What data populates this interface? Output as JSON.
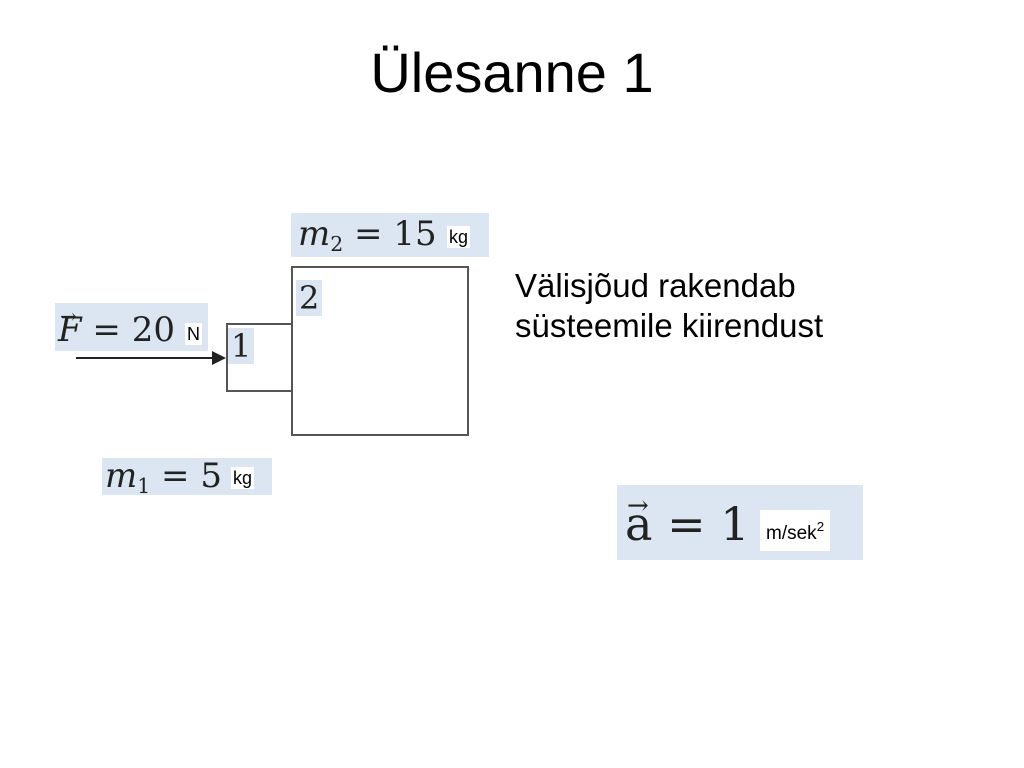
{
  "title": "Ülesanne 1",
  "diagram": {
    "block1_label": "1",
    "block2_label": "2",
    "m2": {
      "symbol": "m",
      "subscript": "2",
      "equals": "=",
      "value": "15",
      "unit": "kg"
    },
    "force": {
      "symbol": "F",
      "vector_mark": "→",
      "equals": "=",
      "value": "20",
      "unit": "N"
    },
    "m1": {
      "symbol": "m",
      "subscript": "1",
      "equals": "=",
      "value": "5",
      "unit": "kg"
    }
  },
  "text": {
    "line1": "Välisjõud rakendab",
    "line2": "süsteemile kiirendust"
  },
  "acceleration": {
    "symbol": "a",
    "vector_mark": "→",
    "equals": "=",
    "value": "1",
    "unit": "m/sek",
    "unit_exp": "2"
  }
}
